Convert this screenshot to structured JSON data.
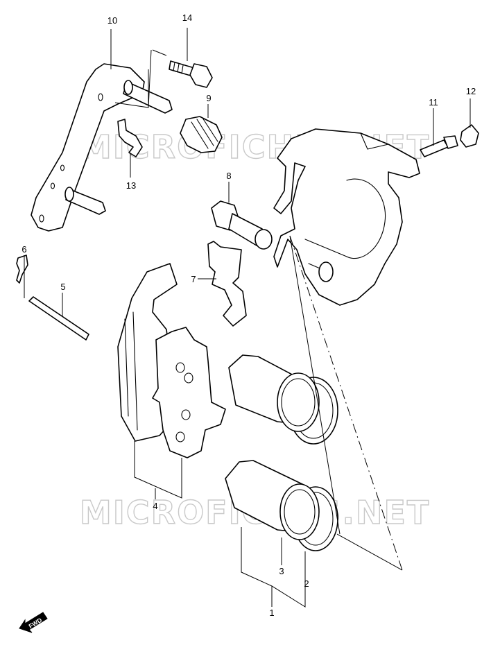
{
  "watermark": {
    "text": "MICROFICHES.NET"
  },
  "fwd_label": "FWD",
  "callouts": {
    "p1": "1",
    "p2": "2",
    "p3": "3",
    "p4": "4",
    "p5": "5",
    "p6": "6",
    "p7": "7",
    "p8": "8",
    "p9": "9",
    "p10": "10",
    "p11": "11",
    "p12": "12",
    "p13": "13",
    "p14": "14"
  }
}
